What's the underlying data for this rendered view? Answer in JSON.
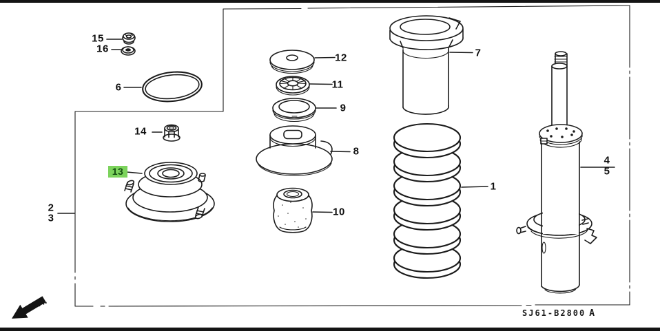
{
  "diagram": {
    "drawing_code": "SJ61-B2800",
    "drawing_code_suffix": "A",
    "front_label": "FR.",
    "highlighted_part": "13",
    "colors": {
      "highlight_background": "#7cd35c",
      "highlight_text": "#134e10",
      "line": "#1b1b1b"
    },
    "callouts": {
      "c1": "1",
      "c2": "2",
      "c3": "3",
      "c4": "4",
      "c5": "5",
      "c6": "6",
      "c7": "7",
      "c8": "8",
      "c9": "9",
      "c10": "10",
      "c11": "11",
      "c12": "12",
      "c13": "13",
      "c14": "14",
      "c15": "15",
      "c16": "16"
    }
  }
}
